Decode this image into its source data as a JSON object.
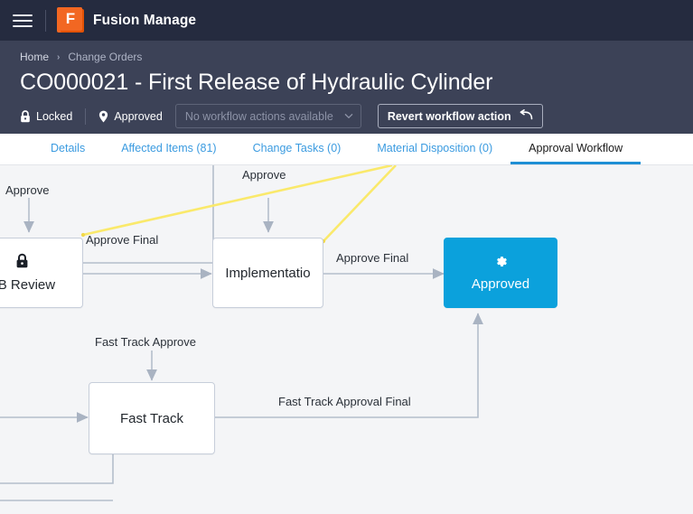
{
  "topbar": {
    "menu_icon": "hamburger-icon",
    "logo_letter": "F",
    "logo_icon": "fusion-logo-icon",
    "brand": "Fusion Manage"
  },
  "header": {
    "breadcrumb": {
      "home": "Home",
      "separator": "›",
      "current": "Change Orders"
    },
    "title": "CO000021 - First Release of Hydraulic Cylinder",
    "locked_label": "Locked",
    "locked_icon": "lock-icon",
    "status_label": "Approved",
    "status_icon": "location-pin-icon",
    "workflow_select": {
      "value": "No workflow actions available",
      "caret_icon": "chevron-down-icon"
    },
    "revert_button": {
      "label": "Revert workflow action",
      "icon": "undo-arrow-icon"
    }
  },
  "tabs": [
    {
      "label": "Details",
      "active": false
    },
    {
      "label": "Affected Items (81)",
      "active": false
    },
    {
      "label": "Change Tasks (0)",
      "active": false
    },
    {
      "label": "Material Disposition (0)",
      "active": false
    },
    {
      "label": "Approval Workflow",
      "active": true
    }
  ],
  "workflow": {
    "nodes": [
      {
        "id": "ccb-review",
        "label": "CB Review",
        "icon": "lock-icon",
        "accent": false
      },
      {
        "id": "implementation",
        "label": "Implementatio",
        "icon": null,
        "accent": false
      },
      {
        "id": "approved",
        "label": "Approved",
        "icon": "gear-icon",
        "accent": true
      },
      {
        "id": "fast-track",
        "label": "Fast Track",
        "icon": null,
        "accent": false
      }
    ],
    "edge_labels": [
      {
        "id": "approve-left",
        "text": "Approve"
      },
      {
        "id": "approve-final-left",
        "text": "Approve Final"
      },
      {
        "id": "approve-top",
        "text": "Approve"
      },
      {
        "id": "approve-final-right",
        "text": "Approve Final"
      },
      {
        "id": "fast-track-approve",
        "text": "Fast Track Approve"
      },
      {
        "id": "fast-track-approval-final",
        "text": "Fast Track Approval Final"
      }
    ]
  },
  "colors": {
    "topbar_bg": "#252B3F",
    "header_bg": "#3C4257",
    "brand_orange": "#F26722",
    "tab_link": "#3B9BE0",
    "tab_active_underline": "#1E8FD5",
    "accent_node": "#0BA1DC",
    "canvas_bg": "#F4F5F7",
    "edge_gray": "#B4BECC",
    "highlight_yellow": "#FAE96B"
  }
}
